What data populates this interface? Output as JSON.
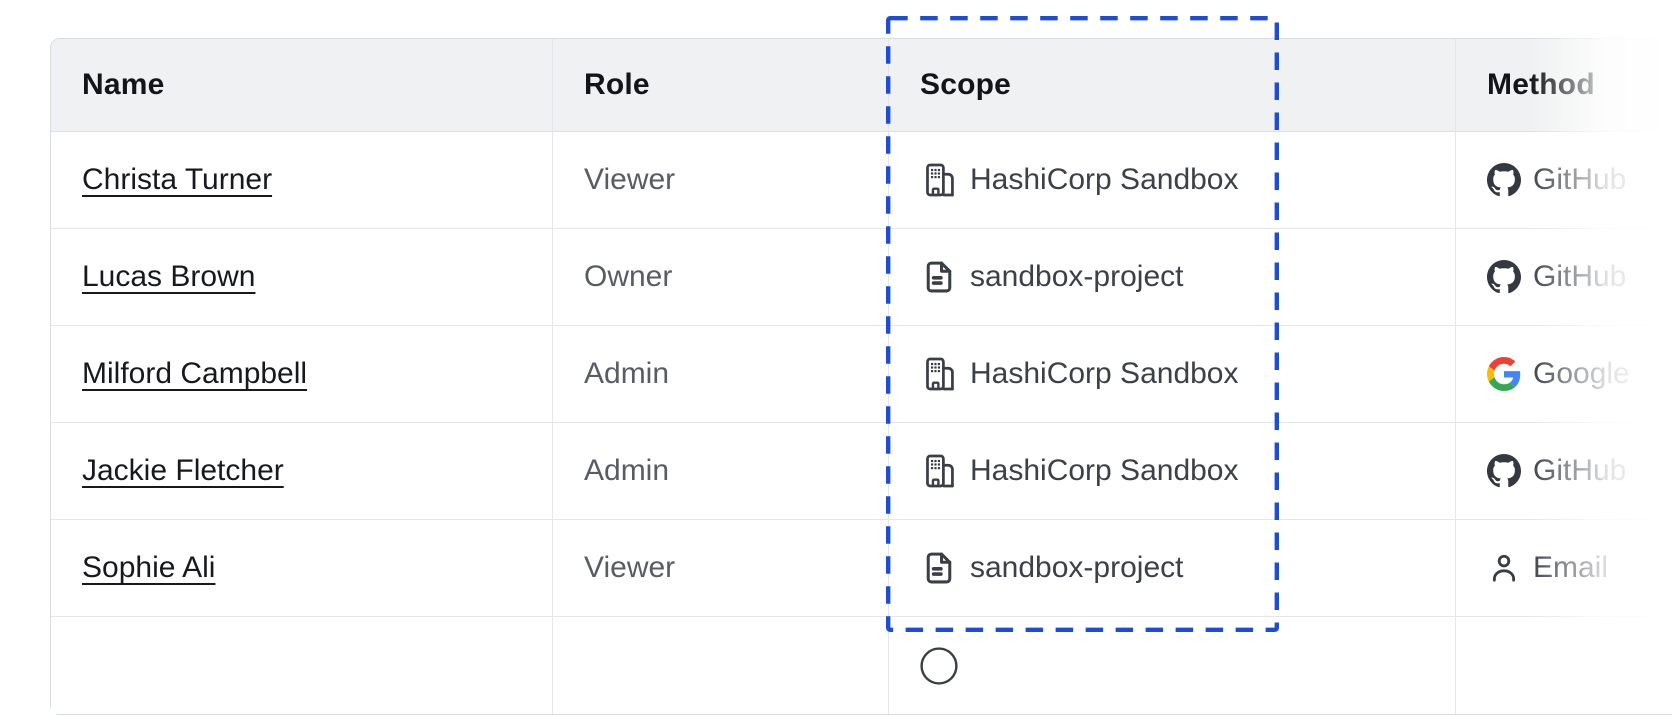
{
  "table": {
    "columns": [
      "Name",
      "Role",
      "Scope",
      "Method"
    ],
    "rows": [
      {
        "name": "Christa Turner",
        "role": "Viewer",
        "scope": {
          "icon": "building-icon",
          "label": "HashiCorp Sandbox"
        },
        "method": {
          "icon": "github-icon",
          "label": "GitHub"
        }
      },
      {
        "name": "Lucas Brown",
        "role": "Owner",
        "scope": {
          "icon": "file-text-icon",
          "label": "sandbox-project"
        },
        "method": {
          "icon": "github-icon",
          "label": "GitHub"
        }
      },
      {
        "name": "Milford Campbell",
        "role": "Admin",
        "scope": {
          "icon": "building-icon",
          "label": "HashiCorp Sandbox"
        },
        "method": {
          "icon": "google-icon",
          "label": "Google"
        }
      },
      {
        "name": "Jackie Fletcher",
        "role": "Admin",
        "scope": {
          "icon": "building-icon",
          "label": "HashiCorp Sandbox"
        },
        "method": {
          "icon": "github-icon",
          "label": "GitHub"
        }
      },
      {
        "name": "Sophie Ali",
        "role": "Viewer",
        "scope": {
          "icon": "file-text-icon",
          "label": "sandbox-project"
        },
        "method": {
          "icon": "user-icon",
          "label": "Email"
        }
      }
    ],
    "next_row_peek": {
      "scope_icon": "circle-icon"
    }
  },
  "annotation": {
    "style": "dashed-rectangle-highlight",
    "highlighted_column": "Scope",
    "color": "#1c4dd4"
  },
  "colors": {
    "header_bg": "#f0f1f2",
    "border": "#e4e6e9",
    "text_primary": "#17191d",
    "text_secondary": "#585c65",
    "text_cell": "#3c4048",
    "icon_dark": "#3a3e46",
    "github": "#343941",
    "google_red": "#EA4335",
    "google_blue": "#4285F4",
    "google_yellow": "#FBBC05",
    "google_green": "#34A853"
  }
}
